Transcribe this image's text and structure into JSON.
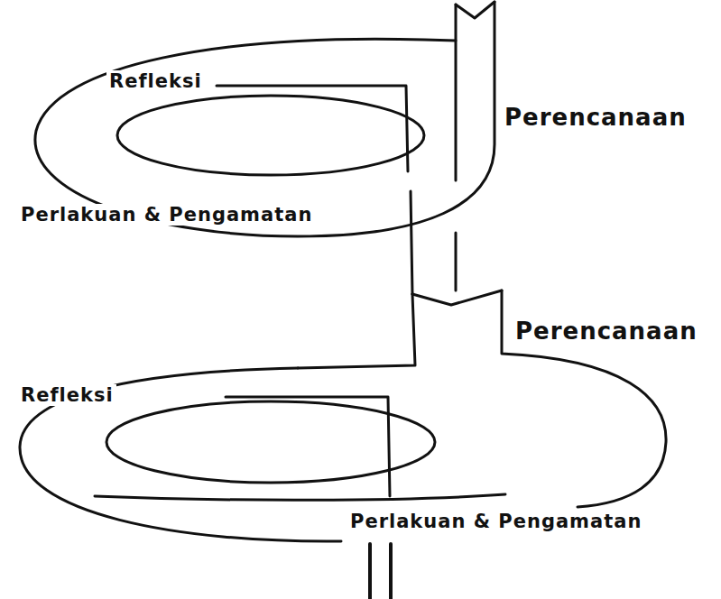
{
  "diagram": {
    "labels": [
      "Refleksi",
      "Perencanaan",
      "Perlakuan & Pengamatan",
      "Perencanaan",
      "Refleksi",
      "Perlakuan & Pengamatan"
    ]
  }
}
